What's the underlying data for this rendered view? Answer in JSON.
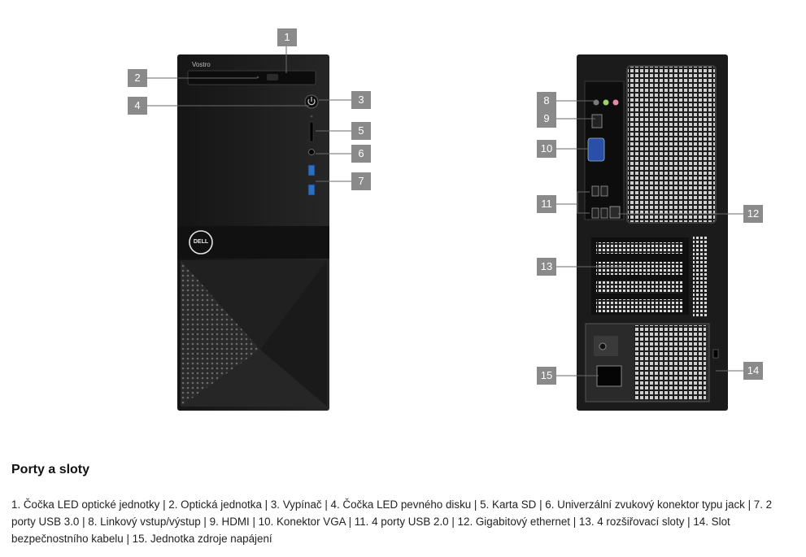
{
  "front": {
    "brand": "Vostro",
    "logo": "DELL"
  },
  "callouts": [
    "1",
    "2",
    "3",
    "4",
    "5",
    "6",
    "7",
    "8",
    "9",
    "10",
    "11",
    "12",
    "13",
    "14",
    "15"
  ],
  "section": {
    "title": "Porty a sloty",
    "legend": "1. Čočka LED optické jednotky | 2. Optická jednotka | 3. Vypínač | 4. Čočka LED pevného disku | 5. Karta SD | 6. Univerzální zvukový konektor typu jack | 7. 2 porty USB 3.0 | 8. Linkový vstup/výstup | 9. HDMI | 10. Konektor VGA | 11. 4 porty USB 2.0 | 12. Gigabitový ethernet | 13. 4 rozšiřovací sloty | 14. Slot bezpečnostního kabelu | 15. Jednotka zdroje napájení"
  },
  "colors": {
    "callout_bg": "#8a8a8a",
    "chassis": "#1b1b1b",
    "accent_blue": "#2f6fc0"
  }
}
